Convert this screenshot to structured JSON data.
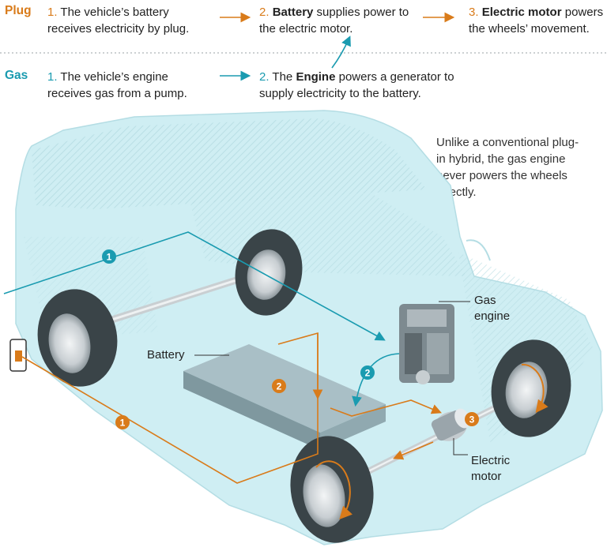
{
  "legend": {
    "plug": {
      "label": "Plug",
      "steps": [
        {
          "num": "1.",
          "pre": "",
          "bold": "",
          "text": "The vehicle’s battery receives electricity by plug."
        },
        {
          "num": "2.",
          "pre": "",
          "bold": "Battery",
          "text": " supplies power to the electric motor."
        },
        {
          "num": "3.",
          "pre": "",
          "bold": "Electric motor",
          "text": " powers the wheels’ movement."
        }
      ]
    },
    "gas": {
      "label": "Gas",
      "steps": [
        {
          "num": "1.",
          "pre": "",
          "bold": "",
          "text": "The vehicle’s engine receives gas from a pump."
        },
        {
          "num": "2.",
          "pre": "The ",
          "bold": "Engine",
          "text": " powers a generator to supply electricity to the battery."
        }
      ]
    }
  },
  "note": "Unlike a conventional plug-in hybrid, the gas engine never powers the wheels directly.",
  "callouts": {
    "battery": "Battery",
    "gas_engine_line1": "Gas",
    "gas_engine_line2": "engine",
    "motor_line1": "Electric",
    "motor_line2": "motor"
  },
  "markers": {
    "plug1": "1",
    "plug2": "2",
    "plug3": "3",
    "gas1": "1",
    "gas2": "2"
  },
  "colors": {
    "plug": "#d97b1a",
    "gas": "#1a9bb0",
    "body": "#cfeef3",
    "tire": "#3a4448"
  }
}
